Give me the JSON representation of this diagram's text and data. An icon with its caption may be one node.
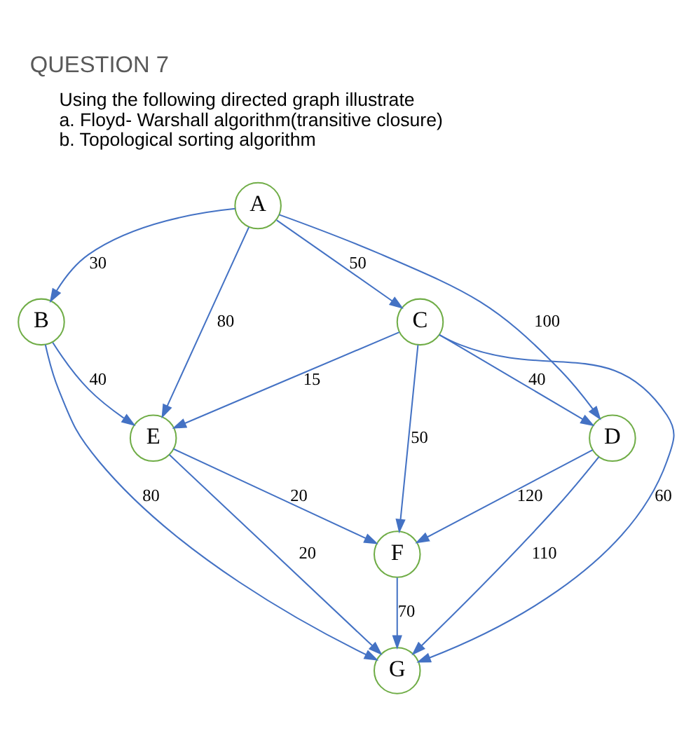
{
  "diagram": {
    "title": "QUESTION 7",
    "nodes": [
      {
        "text": [
          "A"
        ]
      },
      {
        "text": [
          "B"
        ]
      },
      {
        "text": [
          "C"
        ]
      },
      {
        "text": [
          "D"
        ]
      },
      {
        "text": [
          "E"
        ]
      },
      {
        "text": [
          "F"
        ]
      },
      {
        "text": [
          "G"
        ]
      }
    ],
    "edges": [
      {
        "from": 0,
        "to": 1,
        "arrow": "to",
        "label": "30"
      },
      {
        "from": 0,
        "to": 4,
        "arrow": "to",
        "label": "80"
      },
      {
        "from": 0,
        "to": 2,
        "arrow": "to",
        "label": "50"
      },
      {
        "from": 0,
        "to": 3,
        "arrow": "to",
        "label": "100"
      },
      {
        "from": 1,
        "to": 4,
        "arrow": "to",
        "label": "40"
      },
      {
        "from": 1,
        "to": 6,
        "arrow": "to",
        "label": "80"
      },
      {
        "from": 2,
        "to": 3,
        "arrow": "to",
        "label": "40"
      },
      {
        "from": 2,
        "to": 4,
        "arrow": "to",
        "label": "15"
      },
      {
        "from": 2,
        "to": 5,
        "arrow": "to",
        "label": "50"
      },
      {
        "from": 2,
        "to": 6,
        "arrow": "to",
        "label": "60"
      },
      {
        "from": 3,
        "to": 5,
        "arrow": "to",
        "label": "120"
      },
      {
        "from": 3,
        "to": 6,
        "arrow": "to",
        "label": "110"
      },
      {
        "from": 4,
        "to": 5,
        "arrow": "to",
        "label": "20"
      },
      {
        "from": 4,
        "to": 6,
        "arrow": "to",
        "label": "20"
      },
      {
        "from": 5,
        "to": 6,
        "arrow": "to",
        "label": "70"
      }
    ],
    "labels": [
      "Using the following directed graph illustrate",
      "a. Floyd- Warshall algorithm(transitive closure)",
      "b. Topological sorting algorithm"
    ]
  }
}
